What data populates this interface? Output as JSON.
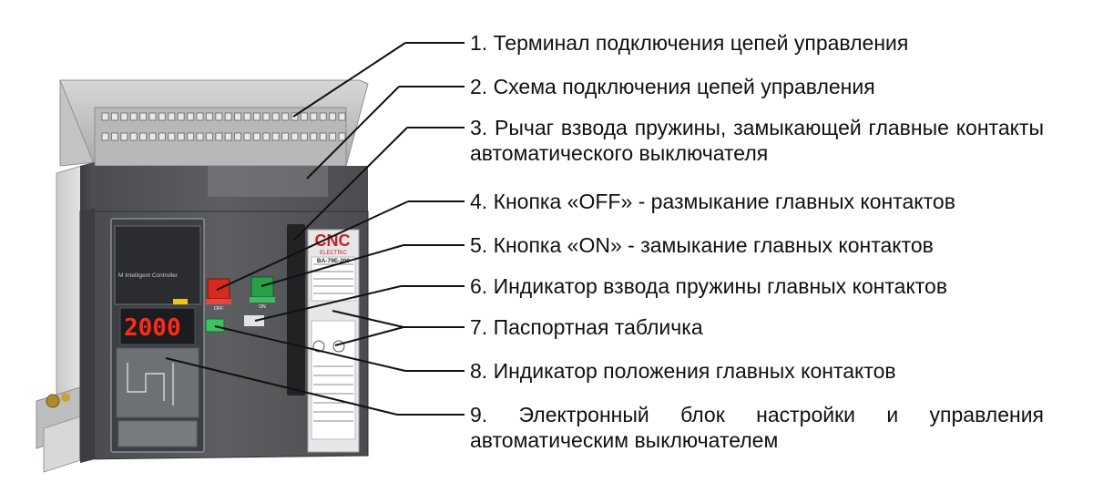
{
  "labels": [
    {
      "id": "terminal",
      "text": "1. Терминал подключения цепей управления"
    },
    {
      "id": "scheme",
      "text": "2. Схема подключения цепей управления"
    },
    {
      "id": "lever",
      "text": "3. Рычаг взвода пружины, замыкающей главные контакты автоматического выключателя"
    },
    {
      "id": "off",
      "text": "4. Кнопка «OFF» - размыкание главных контактов"
    },
    {
      "id": "on",
      "text": "5. Кнопка «ON» - замыкание главных контактов"
    },
    {
      "id": "spring",
      "text": "6. Индикатор взвода пружины главных контактов"
    },
    {
      "id": "plate",
      "text": "7. Паспортная табличка"
    },
    {
      "id": "position",
      "text": "8. Индикатор положения главных контактов"
    },
    {
      "id": "controller",
      "text": "9. Электронный блок настройки и управления автоматическим выключателем"
    }
  ],
  "device": {
    "brand": "CNC",
    "brand_sub": "ELECTRIC",
    "model": "BA-79E-200",
    "controller_name": "M Intelligent Controller",
    "display_value": "2000",
    "off_button": "OFF",
    "on_button": "ON"
  },
  "colors": {
    "line": "#111111",
    "body": "#55575a",
    "off_red": "#d62a1e",
    "on_green": "#27a048",
    "display_red": "#ff2a1a",
    "brand_red": "#c8202b"
  }
}
